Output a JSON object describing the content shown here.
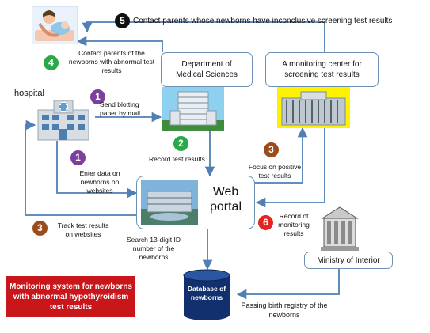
{
  "header": {
    "step5_badge": "5",
    "step5_text": "Contact parents whose newborns have inconclusive screening test results"
  },
  "nodes": {
    "hospital": "hospital",
    "dept": "Department of Medical Sciences",
    "center": "A monitoring center for screening test results",
    "portal": "Web portal",
    "ministry": "Ministry of Interior",
    "database": "Database of newborns"
  },
  "steps": {
    "s4": {
      "badge": "4",
      "text": "Contact parents of the newborns with abnormal test results"
    },
    "s1a": {
      "badge": "1",
      "text": "Send blotting paper by mail"
    },
    "s1b": {
      "badge": "1",
      "text": "Enter data on newborns on websites"
    },
    "s2": {
      "badge": "2",
      "text": "Record test results"
    },
    "s3a": {
      "badge": "3",
      "text": "Focus on positive test results"
    },
    "s3b": {
      "badge": "3",
      "text": "Track test results on websites"
    },
    "s6": {
      "badge": "6",
      "text": "Record of monitoring results"
    },
    "search": "Search 13-digit ID number of the newborns",
    "birth": "Passing birth registry of the newborns"
  },
  "caption": "Monitoring system for newborns with abnormal hypothyroidism test results",
  "colors": {
    "arrow": "#4f7fb5",
    "purple": "#7b3f9e",
    "green": "#2aa84a",
    "brown": "#9c4b1c",
    "red": "#e52323",
    "caption_bg": "#c8161b"
  }
}
